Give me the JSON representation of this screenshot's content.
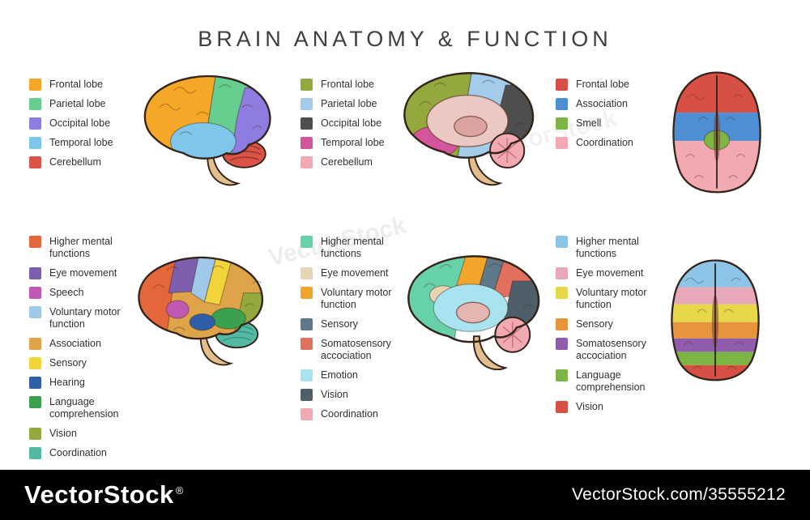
{
  "title": "BRAIN ANATOMY & FUNCTION",
  "watermark": {
    "text": "VectorStock"
  },
  "footer": {
    "brand": "VectorStock",
    "registered": "®",
    "credit": "VectorStock.com/35555212",
    "background": "#000000"
  },
  "panels": [
    {
      "name": "anatomy-lateral-view",
      "legend": [
        {
          "label": "Frontal lobe",
          "color": "#F5A728"
        },
        {
          "label": "Parietal lobe",
          "color": "#66CE8F"
        },
        {
          "label": "Occipital lobe",
          "color": "#8F7CE0"
        },
        {
          "label": "Temporal lobe",
          "color": "#7EC6EA"
        },
        {
          "label": "Cerebellum",
          "color": "#DB5246"
        }
      ]
    },
    {
      "name": "anatomy-medial-view",
      "legend": [
        {
          "label": "Frontal lobe",
          "color": "#93A83D"
        },
        {
          "label": "Parietal lobe",
          "color": "#A3CBEA"
        },
        {
          "label": "Occipital lobe",
          "color": "#4E4E4E"
        },
        {
          "label": "Temporal lobe",
          "color": "#D4559C"
        },
        {
          "label": "Cerebellum",
          "color": "#F2A9B2"
        }
      ]
    },
    {
      "name": "anatomy-top-view",
      "legend": [
        {
          "label": "Frontal lobe",
          "color": "#D85045"
        },
        {
          "label": "Association",
          "color": "#4E8FD4"
        },
        {
          "label": "Smell",
          "color": "#7DB544"
        },
        {
          "label": "Coordination",
          "color": "#F2A9B2"
        }
      ]
    },
    {
      "name": "function-lateral-view",
      "legend": [
        {
          "label": "Higher mental functions",
          "color": "#E4663B"
        },
        {
          "label": "Eye movement",
          "color": "#7D5FAE"
        },
        {
          "label": "Speech",
          "color": "#BF59B4"
        },
        {
          "label": "Voluntary motor function",
          "color": "#9FC8EA"
        },
        {
          "label": "Association",
          "color": "#DFA449"
        },
        {
          "label": "Sensory",
          "color": "#F2D43B"
        },
        {
          "label": "Hearing",
          "color": "#2F5FA6"
        },
        {
          "label": "Language comprehension",
          "color": "#3BA14F"
        },
        {
          "label": "Vision",
          "color": "#93A83D"
        },
        {
          "label": "Coordination",
          "color": "#53B9A2"
        }
      ]
    },
    {
      "name": "function-medial-view",
      "legend": [
        {
          "label": "Higher mental functions",
          "color": "#67D2AA"
        },
        {
          "label": "Eye movement",
          "color": "#E6D4B2"
        },
        {
          "label": "Voluntary motor function",
          "color": "#F2A52B"
        },
        {
          "label": "Sensory",
          "color": "#5E7A8A"
        },
        {
          "label": "Somatosensory accociation",
          "color": "#E2705F"
        },
        {
          "label": "Emotion",
          "color": "#A9E3EF"
        },
        {
          "label": "Vision",
          "color": "#4E5F69"
        },
        {
          "label": "Coordination",
          "color": "#F2A9B2"
        }
      ]
    },
    {
      "name": "function-top-view",
      "legend": [
        {
          "label": "Higher mental functions",
          "color": "#8CC5E8"
        },
        {
          "label": "Eye movement",
          "color": "#E9A8BA"
        },
        {
          "label": "Voluntary motor function",
          "color": "#E7D84A"
        },
        {
          "label": "Sensory",
          "color": "#E6953C"
        },
        {
          "label": "Somatosensory accociation",
          "color": "#915CAD"
        },
        {
          "label": "Language comprehension",
          "color": "#7DB544"
        },
        {
          "label": "Vision",
          "color": "#D85045"
        }
      ]
    }
  ]
}
